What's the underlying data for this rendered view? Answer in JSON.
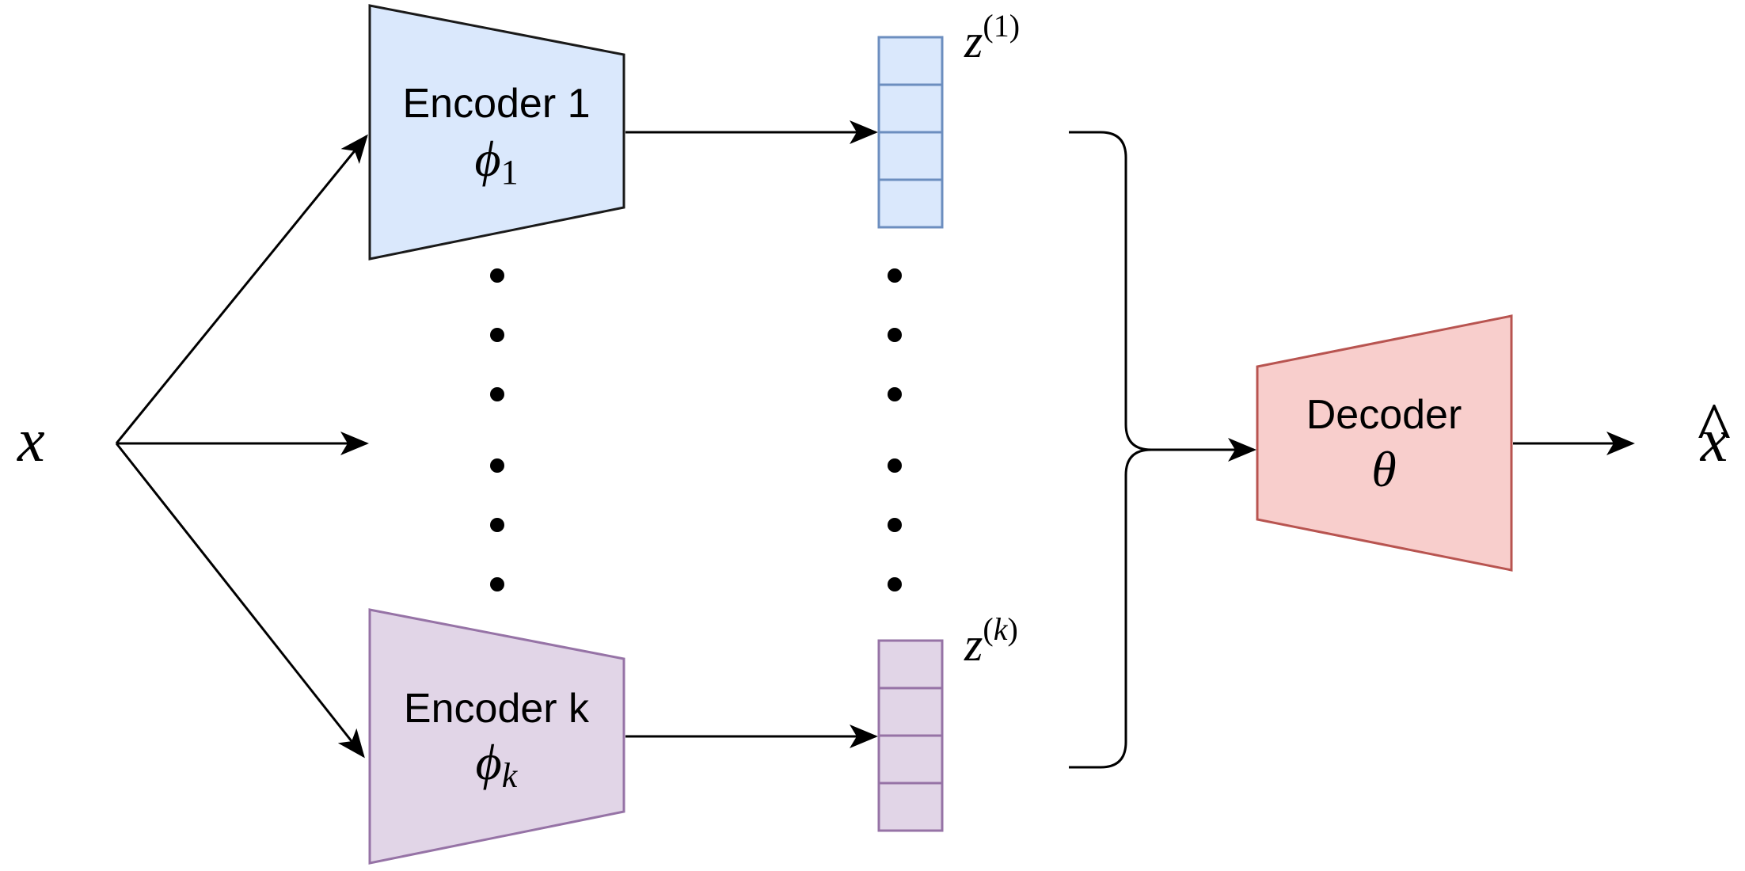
{
  "input": {
    "symbol": "x"
  },
  "encoders": [
    {
      "title": "Encoder 1",
      "param_symbol": "ϕ",
      "param_subscript": "1",
      "fill": "#dae8fc",
      "stroke": "#1a1a1a",
      "latent": {
        "symbol": "z",
        "superscript_open": "(",
        "superscript_value": "1",
        "superscript_close": ")",
        "fill": "#dae8fc",
        "stroke": "#6c8ebf",
        "cells": 4
      }
    },
    {
      "title": "Encoder k",
      "param_symbol": "ϕ",
      "param_subscript": "k",
      "fill": "#e1d5e7",
      "stroke": "#9673a6",
      "latent": {
        "symbol": "z",
        "superscript_open": "(",
        "superscript_value": "k",
        "superscript_close": ")",
        "fill": "#e1d5e7",
        "stroke": "#9673a6",
        "cells": 4
      }
    }
  ],
  "decoder": {
    "title": "Decoder",
    "param_symbol": "θ",
    "fill": "#f8cecc",
    "stroke": "#b85450"
  },
  "output": {
    "symbol": "x",
    "hat": "^"
  }
}
